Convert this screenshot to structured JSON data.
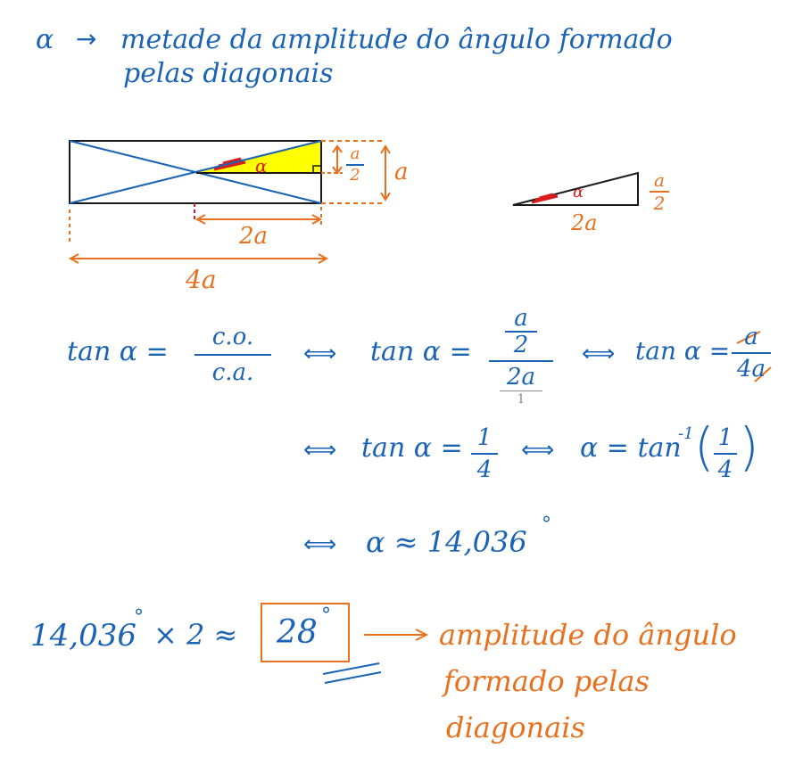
{
  "header": {
    "alpha_symbol": "α",
    "arrow": "→",
    "line1": "metade da amplitude do ângulo formado",
    "line2": "pelas diagonais"
  },
  "diagram": {
    "alpha_label": "α",
    "half_a": {
      "num": "a",
      "den": "2"
    },
    "side_a": "a",
    "two_a": "2a",
    "four_a": "4a",
    "small_alpha": "α",
    "small_half_a": {
      "num": "a",
      "den": "2"
    },
    "small_two_a": "2a",
    "colors": {
      "rect": "#1a1a1a",
      "diag": "#1a63b5",
      "yellow": "#ffff00",
      "dim": "#e8711f",
      "red": "#d91c1c"
    }
  },
  "equations": {
    "eq1": {
      "lhs": "tan α =",
      "frac1": {
        "num": "c.o.",
        "den": "c.a."
      },
      "iff1": "⟺",
      "mid": "tan α =",
      "frac2": {
        "num_top": "a",
        "num_bot": "2",
        "den": "2a",
        "den_sub": "1"
      },
      "iff2": "⟺",
      "rhs": "tan α =",
      "frac3": {
        "num": "a",
        "den": "4a"
      }
    },
    "eq2": {
      "iff1": "⟺",
      "lhs": "tan α =",
      "frac": {
        "num": "1",
        "den": "4"
      },
      "iff2": "⟺",
      "rhs": "α = tan",
      "sup": "-1",
      "paren_frac": {
        "num": "1",
        "den": "4"
      }
    },
    "eq3": {
      "iff": "⟺",
      "text": "α ≈ 14,036",
      "deg": "°"
    }
  },
  "result": {
    "lhs": "14,036",
    "deg": "°",
    "times": "× 2 ≈",
    "boxed": "28",
    "boxed_deg": "°",
    "arrow": "→",
    "desc1": "amplitude do ângulo",
    "desc2": "formado pelas",
    "desc3": "diagonais"
  }
}
